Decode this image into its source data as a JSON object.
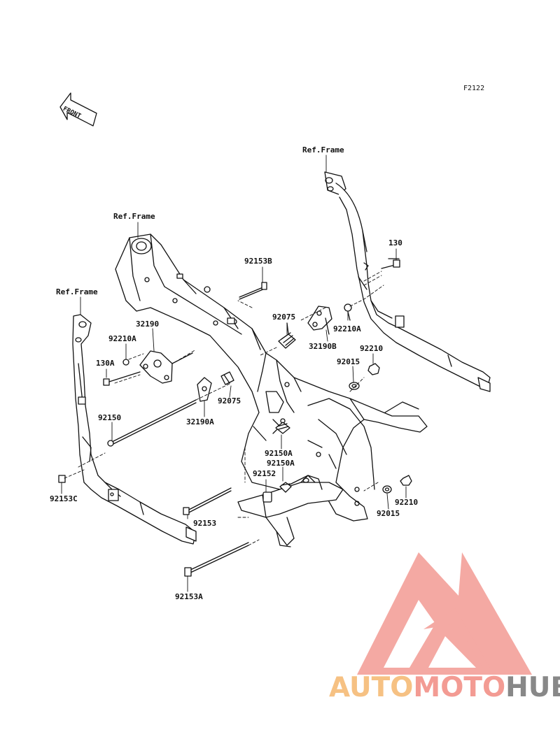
{
  "figure_code": "F2122",
  "front_marker": "FRONT",
  "ref_labels": {
    "top_right": "Ref.Frame",
    "main": "Ref.Frame",
    "left": "Ref.Frame"
  },
  "parts": {
    "p130": "130",
    "p92153B": "92153B",
    "p92075_upper": "92075",
    "p92210A_right": "92210A",
    "p32190B": "32190B",
    "p92210_upper": "92210",
    "p92015_upper": "92015",
    "p32190": "32190",
    "p92210A_left": "92210A",
    "p130A": "130A",
    "p92075_lower": "92075",
    "p32190A": "32190A",
    "p92150": "92150",
    "p92150A_a": "92150A",
    "p92150A_b": "92150A",
    "p92152": "92152",
    "p92210_lower": "92210",
    "p92015_lower": "92015",
    "p92153C": "92153C",
    "p92153": "92153",
    "p92153A": "92153A"
  },
  "watermark": {
    "part1": "AUTO",
    "part2": "MOTO",
    "part3": "HUB",
    "color_auto": "#f6c183",
    "color_moto": "#f39b93",
    "color_hub": "#888888",
    "logo_color": "#f39b93"
  }
}
